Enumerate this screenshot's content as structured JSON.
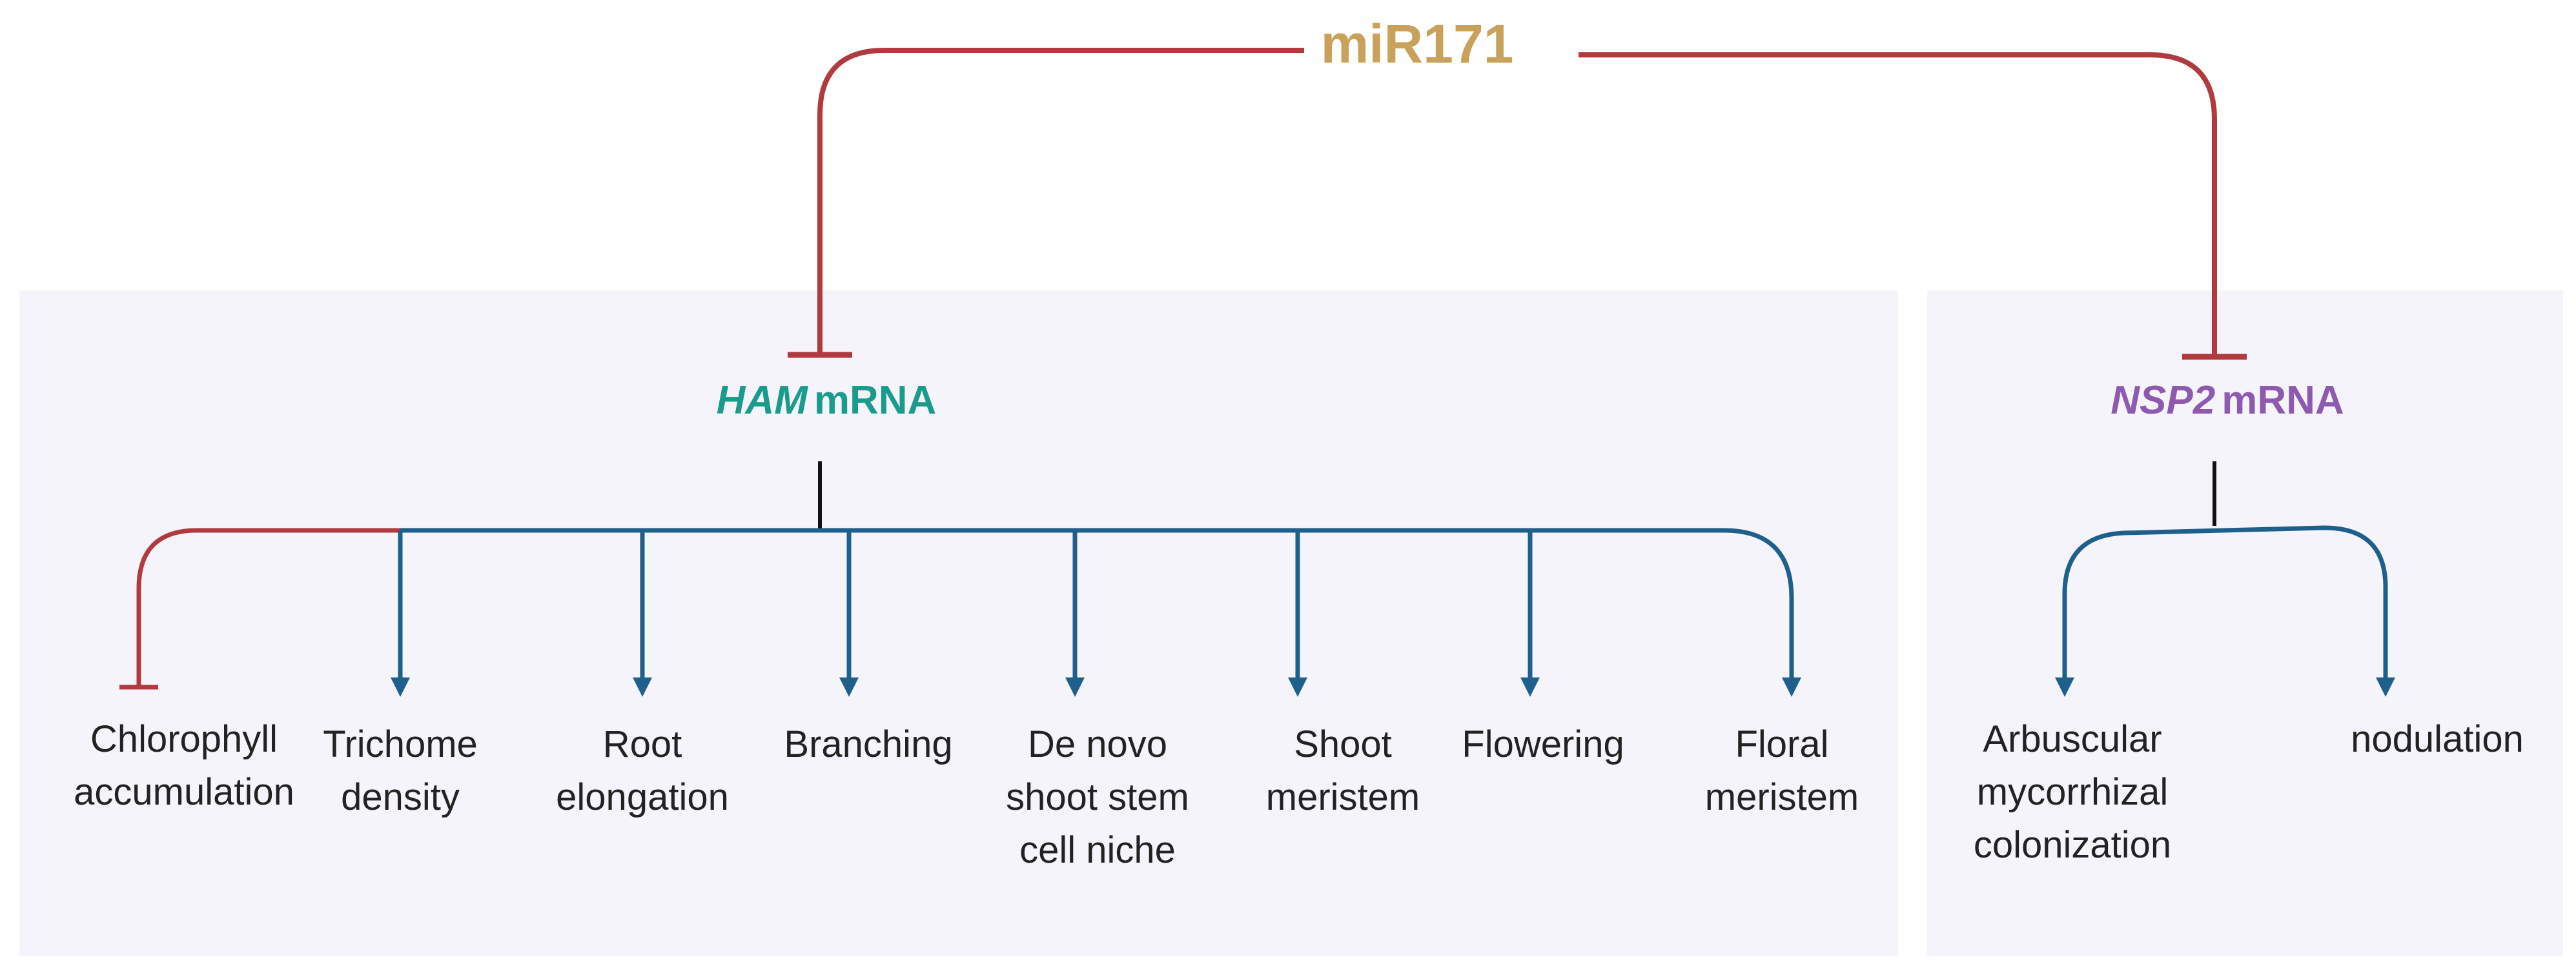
{
  "regulator": "miR171",
  "targets": [
    {
      "gene": "HAM",
      "suffix": "mRNA",
      "color": "#1a9c8c"
    },
    {
      "gene": "NSP2",
      "suffix": "mRNA",
      "color": "#8e5ab0"
    }
  ],
  "ham_outputs": [
    {
      "label": "Chlorophyll\naccumulation",
      "effect": "inhibit"
    },
    {
      "label": "Trichome\ndensity",
      "effect": "promote"
    },
    {
      "label": "Root\nelongation",
      "effect": "promote"
    },
    {
      "label": "Branching",
      "effect": "promote"
    },
    {
      "label": "De novo\nshoot stem\ncell niche",
      "effect": "promote"
    },
    {
      "label": "Shoot\nmeristem",
      "effect": "promote"
    },
    {
      "label": "Flowering",
      "effect": "promote"
    },
    {
      "label": "Floral\nmeristem",
      "effect": "promote"
    }
  ],
  "nsp2_outputs": [
    {
      "label": "Arbuscular\nmycorrhizal\ncolonization",
      "effect": "promote"
    },
    {
      "label": "nodulation",
      "effect": "promote"
    }
  ],
  "colors": {
    "regulator": "#c8a25a",
    "inhibition_line": "#b03a40",
    "promotion_line": "#1f5f8b",
    "panel_background": "#f5f4fa"
  }
}
